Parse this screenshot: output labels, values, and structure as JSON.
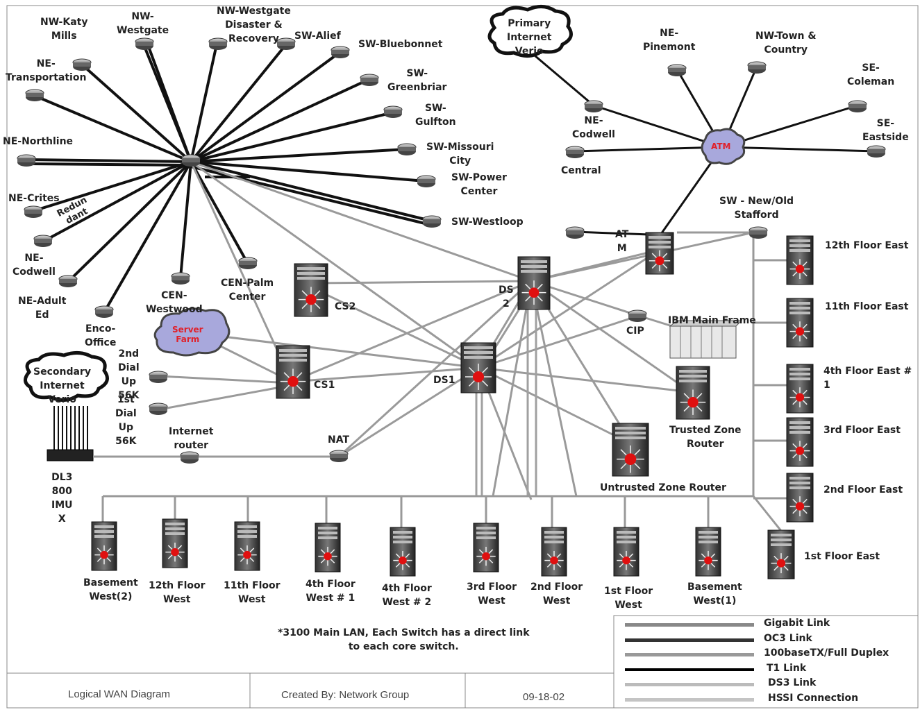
{
  "nodes": {
    "nw_katy_mills": "NW-Katy\nMills",
    "nw_westgate": "NW-\nWestgate",
    "nw_westgate_dr": "NW-Westgate\nDisaster &\nRecovery",
    "sw_alief": "SW-Alief",
    "sw_bluebonnet": "SW-Bluebonnet",
    "sw_greenbriar": "SW-\nGreenbriar",
    "sw_gulfton": "SW-\nGulfton",
    "sw_missouri_city": "SW-Missouri\nCity",
    "sw_power_center": "SW-Power\nCenter",
    "sw_westloop": "SW-Westloop",
    "ne_transportation": "NE-\nTransportation",
    "ne_northline": "NE-Northline",
    "ne_crites": "NE-Crites",
    "redundant": "Redun\ndant",
    "ne_codwell_left": "NE-\nCodwell",
    "ne_adult_ed": "NE-Adult\nEd",
    "enco_office": "Enco-\nOffice",
    "cen_westwood": "CEN-\nWestwood",
    "cen_palm_center": "CEN-Palm\nCenter",
    "server_farm": "Server\nFarm",
    "secondary_internet": "Secondary\nInternet\nVerio",
    "dial_2nd": "2nd\nDial\nUp\n56K",
    "dial_1st": "1st\nDial\nUp\n56K",
    "dl3800": "DL3\n800\nIMU\nX",
    "internet_router": "Internet\nrouter",
    "nat": "NAT",
    "cs2": "CS2",
    "cs1": "CS1",
    "ds1": "DS1",
    "ds2": "DS\n2",
    "primary_internet": "Primary\nInternet\nVerio",
    "ne_pinemont": "NE-\nPinemont",
    "nw_town_country": "NW-Town &\nCountry",
    "se_coleman": "SE-\nColeman",
    "se_eastside": "SE-\nEastside",
    "ne_codwell_right": "NE-\nCodwell",
    "central": "Central",
    "atm_cloud": "ATM",
    "atm_router": "AT\nM",
    "sw_new_old_stafford": "SW - New/Old\nStafford",
    "cip": "CIP",
    "ibm_main_frame": "IBM Main Frame",
    "trusted_zone_router": "Trusted Zone\nRouter",
    "untrusted_zone_router": "Untrusted Zone Router",
    "floor_12_east": "12th Floor East",
    "floor_11_east": "11th Floor East",
    "floor_4_east_1": "4th Floor East #\n1",
    "floor_3_east": "3rd Floor East",
    "floor_2_east": "2nd Floor East",
    "floor_1_east": "1st Floor East",
    "basement_west_2": "Basement\nWest(2)",
    "floor_12_west": "12th Floor\nWest",
    "floor_11_west": "11th Floor\nWest",
    "floor_4_west_1": "4th Floor\nWest # 1",
    "floor_4_west_2": "4th Floor\nWest # 2",
    "floor_3_west": "3rd Floor\nWest",
    "floor_2_west": "2nd Floor\nWest",
    "floor_1_west": "1st Floor\nWest",
    "basement_west_1": "Basement\nWest(1)"
  },
  "note": "*3100 Main LAN, Each Switch has a direct link\nto each core switch.",
  "footer": {
    "title": "Logical WAN Diagram",
    "created_by": "Created By: Network Group",
    "date": "09-18-02"
  },
  "legend": [
    {
      "label": "Gigabit Link",
      "color": "#888888",
      "width": 5
    },
    {
      "label": "OC3 Link",
      "color": "#333333",
      "width": 5
    },
    {
      "label": "100baseTX/Full Duplex",
      "color": "#999999",
      "width": 5
    },
    {
      "label": "T1 Link",
      "color": "#000000",
      "width": 4
    },
    {
      "label": "DS3 Link",
      "color": "#bbbbbb",
      "width": 5
    },
    {
      "label": "HSSI Connection",
      "color": "#c4c4c4",
      "width": 5
    }
  ],
  "colors": {
    "t1": "#111111",
    "gigabit": "#9a9a9a",
    "thin_gray": "#a8a8a8",
    "switch_red": "#e01010",
    "cloud_fill": "#aaaadd"
  }
}
